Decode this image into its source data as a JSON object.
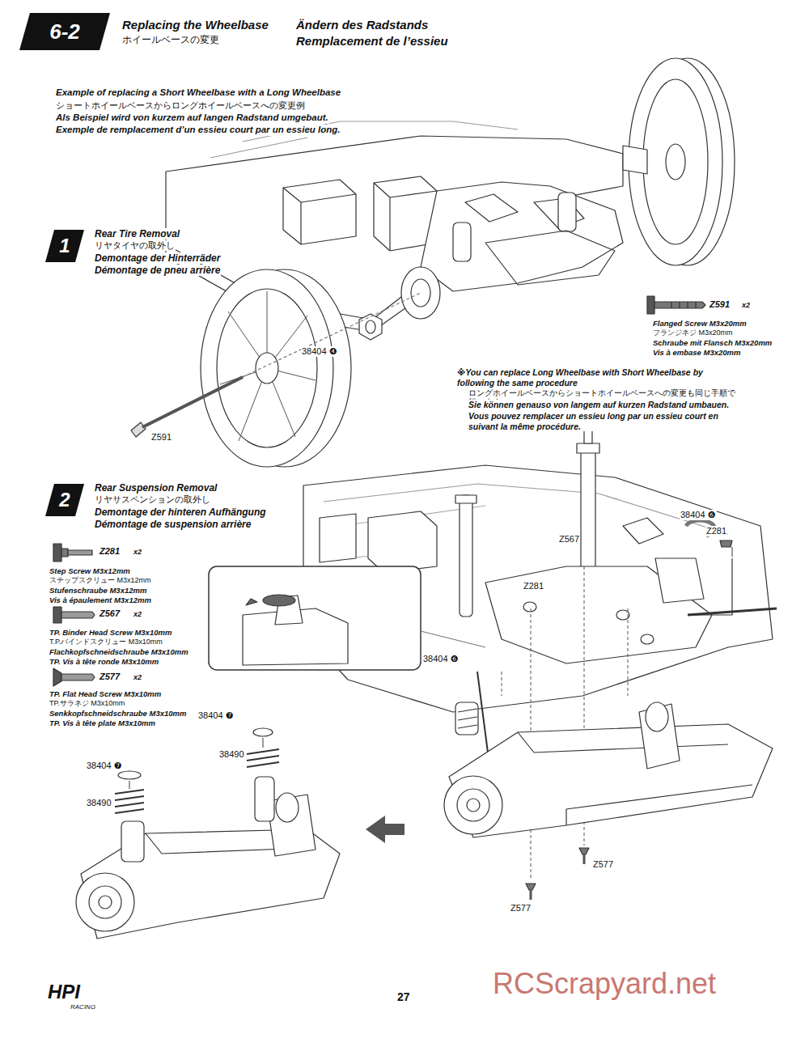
{
  "diagram": {
    "nodes": [
      {
        "text": [
          "6-2"
        ]
      },
      {
        "text": [
          "1"
        ]
      },
      {
        "text": [
          "2"
        ]
      }
    ],
    "labels": [
      "Replacing the Wheelbase",
      "ホイールベースの変更",
      "Ändern des Radstands",
      "Remplacement de l’essieu",
      "Example of replacing a Short Wheelbase with a Long Wheelbase",
      "ショートホイールベースからロングホイールベースへの変更例",
      "Als Beispiel wird von kurzem auf langen Radstand umgebaut.",
      "Exemple de remplacement d’un essieu court par un essieu long.",
      "Rear Tire Removal",
      "リヤタイヤの取外し",
      "Demontage der Hinterräder",
      "Démontage de pneu arrière",
      "38404 ❹",
      "Z591",
      "Z591",
      "x2",
      "Flanged Screw M3x20mm",
      "フランジネジ M3x20mm",
      "Schraube mit Flansch M3x20mm",
      "Vis à embase M3x20mm",
      "※You can replace Long Wheelbase with Short Wheelbase by following the same procedure",
      "ロングホイールベースからショートホイールベースへの変更も同じ手順で行います。",
      "Sie können genauso von langem auf kurzen Radstand umbauen.",
      "Vous pouvez remplacer un essieu long par un essieu court en suivant la même procédure.",
      "Rear Suspension Removal",
      "リヤサスペンションの取外し",
      "Demontage der hinteren Aufhängung",
      "Démontage de suspension arrière",
      "Z281",
      "x2",
      "Step Screw M3x12mm",
      "ステップスクリュー M3x12mm",
      "Stufenschraube M3x12mm",
      "Vis à épaulement M3x12mm",
      "Z567",
      "x2",
      "TP. Binder Head Screw M3x10mm",
      "T.P.バインドスクリュー M3x10mm",
      "Flachkopfschneidschraube M3x10mm",
      "TP. Vis à tête ronde M3x10mm",
      "Z577",
      "x2",
      "TP. Flat Head Screw M3x10mm",
      "TP.サラネジ M3x10mm",
      "Senkkopfschneidschraube M3x10mm",
      "TP. Vis à tête plate M3x10mm",
      "38404 ❻",
      "Z567",
      "Z281",
      "Z281",
      "38404 ❻",
      "38404 ❼",
      "38490",
      "38404 ❼",
      "38490",
      "Z577",
      "Z577",
      "27",
      "HPI",
      "RACING",
      "RCScrapyard.net"
    ]
  }
}
